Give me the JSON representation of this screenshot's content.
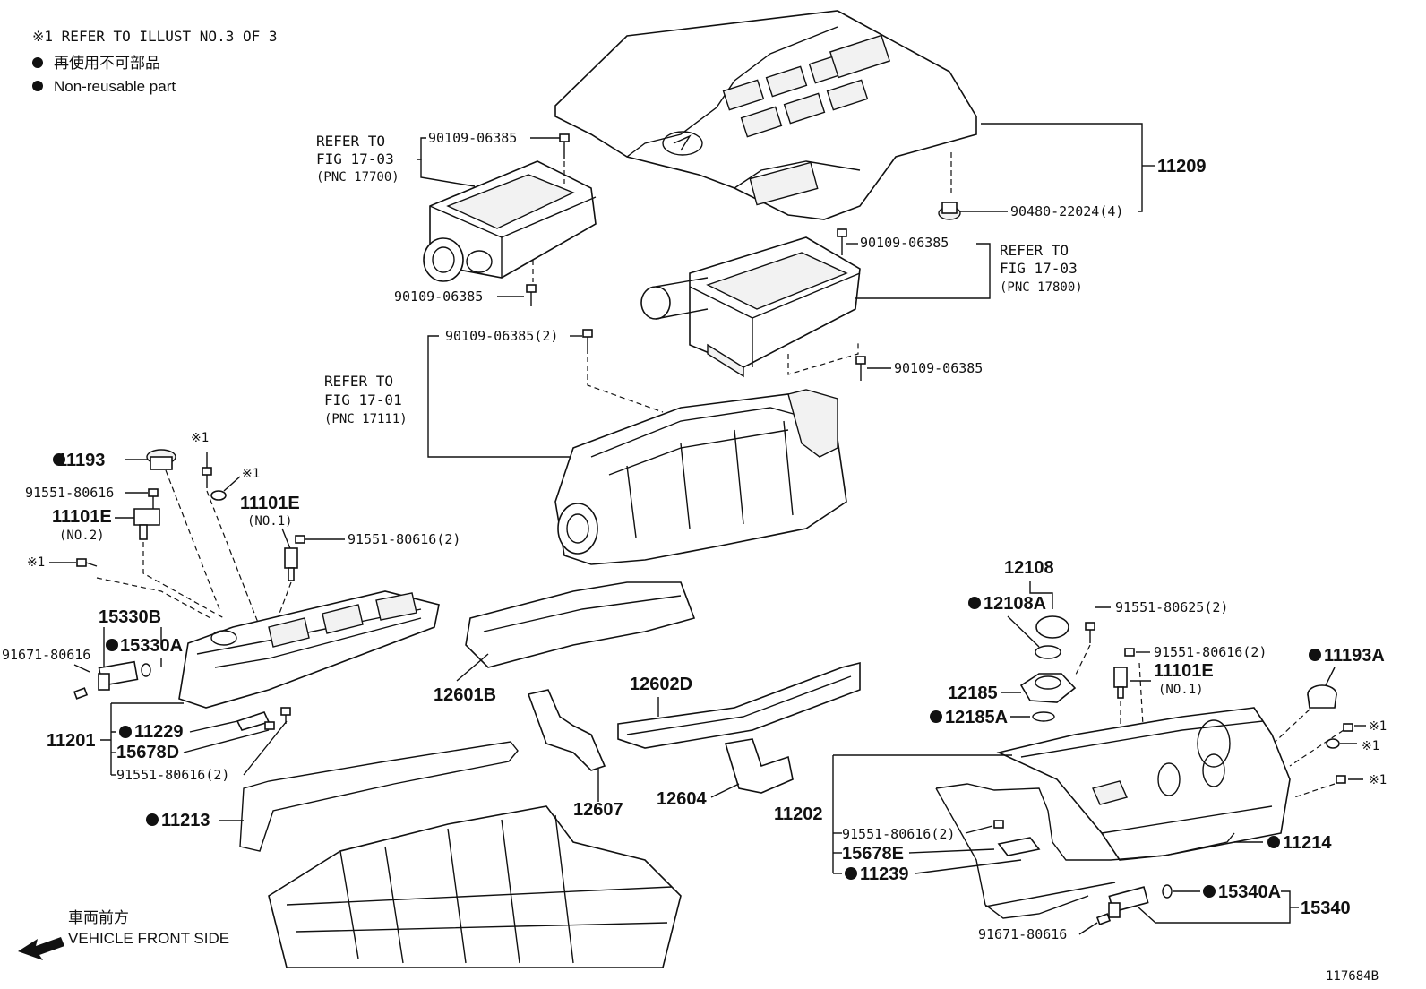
{
  "notes": {
    "refer_note": "※1 REFER TO ILLUST NO.3 OF 3",
    "legend_jp": "再使用不可部品",
    "legend_en": "Non-reusable part"
  },
  "footer": {
    "direction_jp": "車両前方",
    "direction_en": "VEHICLE FRONT SIDE",
    "illustration_id": "117684B"
  },
  "refer_blocks": {
    "a": {
      "line1": "REFER TO",
      "line2": "FIG 17-03",
      "line3": "(PNC 17700)"
    },
    "b": {
      "line1": "REFER TO",
      "line2": "FIG 17-03",
      "line3": "(PNC 17800)"
    },
    "c": {
      "line1": "REFER TO",
      "line2": "FIG 17-01",
      "line3": "(PNC 17111)"
    }
  },
  "labels": {
    "p11209": "11209",
    "p90480": "90480-22024(4)",
    "p90109_a": "90109-06385",
    "p90109_b": "90109-06385",
    "p90109_c": "90109-06385",
    "p90109_d": "90109-06385",
    "p90109_e": "90109-06385(2)",
    "p11193": "11193",
    "p91551_a": "91551-80616",
    "p11101E_l": "11101E",
    "p11101E_l_sub": "(NO.2)",
    "ref1_a": "※1",
    "ref1_b": "※1",
    "ref1_c": "※1",
    "p11101E_m": "11101E",
    "p11101E_m_sub": "(NO.1)",
    "p91551_b": "91551-80616(2)",
    "p15330B": "15330B",
    "p15330A": "15330A",
    "p91671_a": "91671-80616",
    "p11201": "11201",
    "p11229": "11229",
    "p15678D": "15678D",
    "p91551_c": "91551-80616(2)",
    "p11213": "11213",
    "p12601B": "12601B",
    "p12602D": "12602D",
    "p12607": "12607",
    "p12604": "12604",
    "p12108": "12108",
    "p12108A": "12108A",
    "p91551_d": "91551-80625(2)",
    "p91551_e": "91551-80616(2)",
    "p11101E_r": "11101E",
    "p11101E_r_sub": "(NO.1)",
    "p11193A": "11193A",
    "p12185": "12185",
    "p12185A": "12185A",
    "ref1_d": "※1",
    "ref1_e": "※1",
    "ref1_f": "※1",
    "p11202": "11202",
    "p91551_f": "91551-80616(2)",
    "p15678E": "15678E",
    "p11239": "11239",
    "p11214": "11214",
    "p15340A": "15340A",
    "p15340": "15340",
    "p91671_b": "91671-80616"
  }
}
